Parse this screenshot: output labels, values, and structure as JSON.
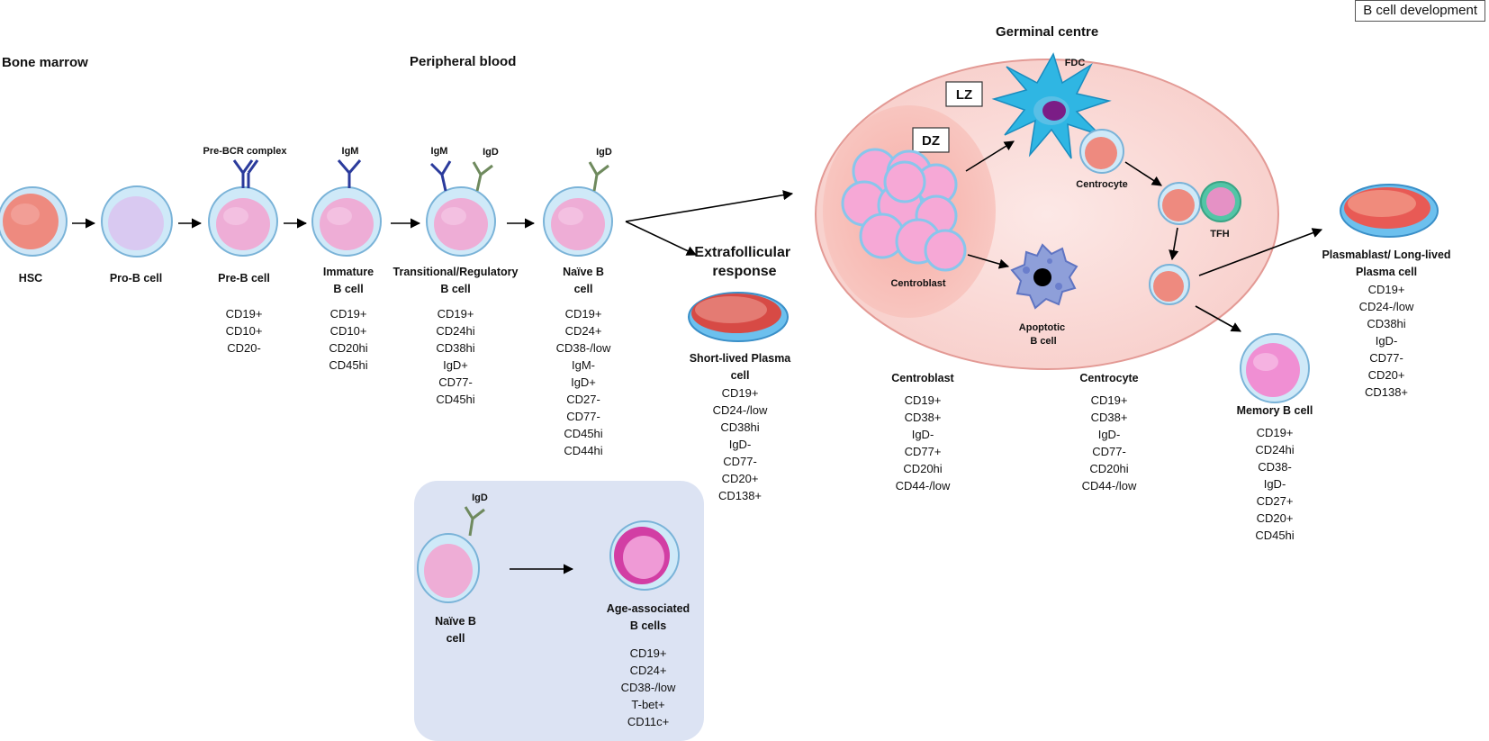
{
  "figure_title": "B cell development",
  "regions": {
    "bone_marrow": "Bone marrow",
    "peripheral_blood": "Peripheral blood",
    "germinal_centre": "Germinal centre",
    "lz": "LZ",
    "dz": "DZ",
    "extrafollicular": [
      "Extrafollicular",
      "response"
    ]
  },
  "cells": {
    "hsc": {
      "name": [
        "HSC"
      ],
      "markers": []
    },
    "pro_b": {
      "name": [
        "Pro-B cell"
      ],
      "markers": []
    },
    "pre_b": {
      "name": [
        "Pre-B cell"
      ],
      "markers": [
        "CD19+",
        "CD10+",
        "CD20-"
      ]
    },
    "immature": {
      "name": [
        "Immature",
        "B cell"
      ],
      "markers": [
        "CD19+",
        "CD10+",
        "CD20hi",
        "CD45hi"
      ]
    },
    "transitional": {
      "name": [
        "Transitional/Regulatory",
        "B cell"
      ],
      "markers": [
        "CD19+",
        "CD24hi",
        "CD38hi",
        "IgD+",
        "CD77-",
        "CD45hi"
      ]
    },
    "naive": {
      "name": [
        "Naïve B",
        "cell"
      ],
      "markers": [
        "CD19+",
        "CD24+",
        "CD38-/low",
        "IgM-",
        "IgD+",
        "CD27-",
        "CD77-",
        "CD45hi",
        "CD44hi"
      ]
    },
    "short_plasma": {
      "name": [
        "Short-lived Plasma",
        "cell"
      ],
      "markers": [
        "CD19+",
        "CD24-/low",
        "CD38hi",
        "IgD-",
        "CD77-",
        "CD20+",
        "CD138+"
      ]
    },
    "centroblast": {
      "name": [
        "Centroblast"
      ],
      "markers": [
        "CD19+",
        "CD38+",
        "IgD-",
        "CD77+",
        "CD20hi",
        "CD44-/low"
      ]
    },
    "centrocyte": {
      "name": [
        "Centrocyte"
      ],
      "markers": [
        "CD19+",
        "CD38+",
        "IgD-",
        "CD77-",
        "CD20hi",
        "CD44-/low"
      ]
    },
    "memory": {
      "name": [
        "Memory B cell"
      ],
      "markers": [
        "CD19+",
        "CD24hi",
        "CD38-",
        "IgD-",
        "CD27+",
        "CD20+",
        "CD45hi"
      ]
    },
    "plasmablast": {
      "name": [
        "Plasmablast/ Long-lived",
        "Plasma cell"
      ],
      "markers": [
        "CD19+",
        "CD24-/low",
        "CD38hi",
        "IgD-",
        "CD77-",
        "CD20+",
        "CD138+"
      ]
    },
    "naive_inset": {
      "name": [
        "Naïve B",
        "cell"
      ],
      "markers": []
    },
    "age_associated": {
      "name": [
        "Age-associated",
        "B cells"
      ],
      "markers": [
        "CD19+",
        "CD24+",
        "CD38-/low",
        "T-bet+",
        "CD11c+"
      ]
    }
  },
  "gc_labels": {
    "centroblast": "Centroblast",
    "centrocyte": "Centrocyte",
    "fdc": "FDC",
    "tfh": "TFH",
    "apoptotic": [
      "Apoptotic",
      "B cell"
    ]
  },
  "antibodies": {
    "pre_bcr": "Pre-BCR complex",
    "igm_immature": "IgM",
    "igm_transitional": "IgM",
    "igd_transitional": "IgD",
    "igd_naive": "IgD",
    "igd_inset": "IgD"
  },
  "colors": {
    "cell_membrane": "#bfe3f7",
    "cell_outline": "#5aa6d6",
    "nucleus_pink": "#eea7d4",
    "nucleus_red": "#ee7a72",
    "pro_b_nucleus": "#d7c3ef",
    "gc_fill": "#fbd9d6",
    "gc_outline": "#e39a95",
    "dz_fill": "#f7b4ae",
    "inset_fill": "#dce3f3",
    "igm": "#2b3b9c",
    "igd": "#6f8a5e"
  }
}
